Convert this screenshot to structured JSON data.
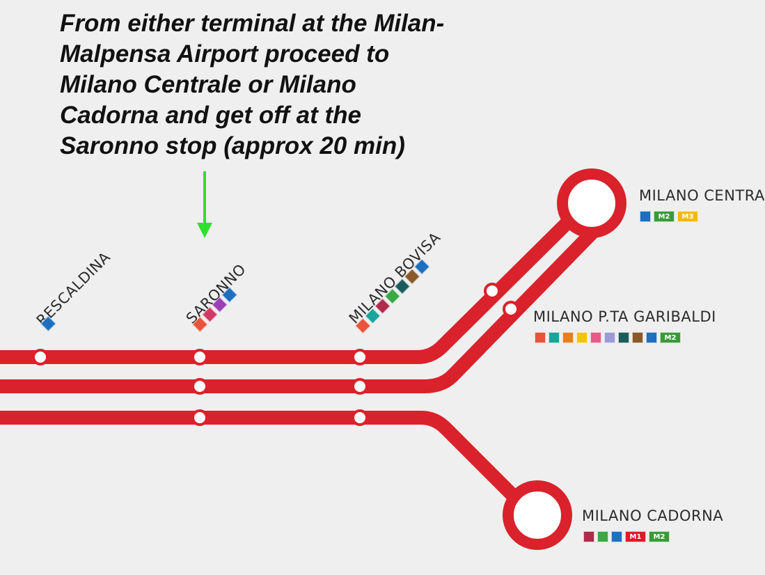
{
  "instructions": "From either terminal at the Milan-Malpensa Airport proceed to Milano Centrale or Milano Cadorna and get off at the Saronno stop (approx 20 min)",
  "colors": {
    "background": "#efefef",
    "line": "#d9222b",
    "arrow": "#2fe02f",
    "text": "#111111",
    "S_lines": "#d9222b",
    "R_regional": "#1e6fbf",
    "M1": "#e1182c",
    "M2": "#3a9a3a",
    "M3": "#f2b90f"
  },
  "stations": {
    "rescaldina": {
      "name": "RESCALDINA",
      "badges": [
        {
          "icon": "regional-train-icon",
          "text": "",
          "color": "#1e6fbf"
        }
      ]
    },
    "saronno": {
      "name": "SARONNO",
      "badges": [
        {
          "icon": "s-line-icon",
          "text": "",
          "color": "#e8543a"
        },
        {
          "icon": "s-line-icon",
          "text": "",
          "color": "#d13a63"
        },
        {
          "icon": "s-line-icon",
          "text": "",
          "color": "#9a3fb5"
        },
        {
          "icon": "regional-train-icon",
          "text": "",
          "color": "#1e6fbf"
        }
      ]
    },
    "milano_bovisa": {
      "name": "MILANO BOVISA",
      "badges": [
        {
          "icon": "s-line-icon",
          "text": "",
          "color": "#e8543a"
        },
        {
          "icon": "s-line-icon",
          "text": "",
          "color": "#1aa59a"
        },
        {
          "icon": "s-line-icon",
          "text": "",
          "color": "#b02a4a"
        },
        {
          "icon": "s-line-icon",
          "text": "",
          "color": "#3aa845"
        },
        {
          "icon": "s-line-icon",
          "text": "",
          "color": "#1d5c5c"
        },
        {
          "icon": "s-line-icon",
          "text": "",
          "color": "#8a5a2b"
        },
        {
          "icon": "regional-train-icon",
          "text": "",
          "color": "#1e6fbf"
        }
      ]
    },
    "milano_centrale": {
      "name": "MILANO CENTRALE",
      "badges": [
        {
          "icon": "regional-train-icon",
          "text": "",
          "color": "#1e6fbf"
        },
        {
          "icon": "metro-icon",
          "text": "M2",
          "color": "#3a9a3a"
        },
        {
          "icon": "metro-icon",
          "text": "M3",
          "color": "#f2b90f"
        }
      ]
    },
    "milano_garibaldi": {
      "name": "MILANO P.TA GARIBALDI",
      "badges": [
        {
          "icon": "s-line-icon",
          "text": "",
          "color": "#e8543a"
        },
        {
          "icon": "s-line-icon",
          "text": "",
          "color": "#1aa59a"
        },
        {
          "icon": "s-line-icon",
          "text": "",
          "color": "#e67e22"
        },
        {
          "icon": "s-line-icon",
          "text": "",
          "color": "#f2c40f"
        },
        {
          "icon": "s-line-icon",
          "text": "",
          "color": "#e85a87"
        },
        {
          "icon": "s-line-icon",
          "text": "",
          "color": "#9b9bd8"
        },
        {
          "icon": "s-line-icon",
          "text": "",
          "color": "#1d5c5c"
        },
        {
          "icon": "s-line-icon",
          "text": "",
          "color": "#8a5a2b"
        },
        {
          "icon": "regional-train-icon",
          "text": "",
          "color": "#1e6fbf"
        },
        {
          "icon": "metro-icon",
          "text": "M2",
          "color": "#3a9a3a"
        }
      ]
    },
    "milano_cadorna": {
      "name": "MILANO CADORNA",
      "badges": [
        {
          "icon": "s-line-icon",
          "text": "",
          "color": "#b02a4a"
        },
        {
          "icon": "s-line-icon",
          "text": "",
          "color": "#3aa845"
        },
        {
          "icon": "regional-train-icon",
          "text": "",
          "color": "#1e6fbf"
        },
        {
          "icon": "metro-icon",
          "text": "M1",
          "color": "#e1182c"
        },
        {
          "icon": "metro-icon",
          "text": "M2",
          "color": "#3a9a3a"
        }
      ]
    }
  }
}
